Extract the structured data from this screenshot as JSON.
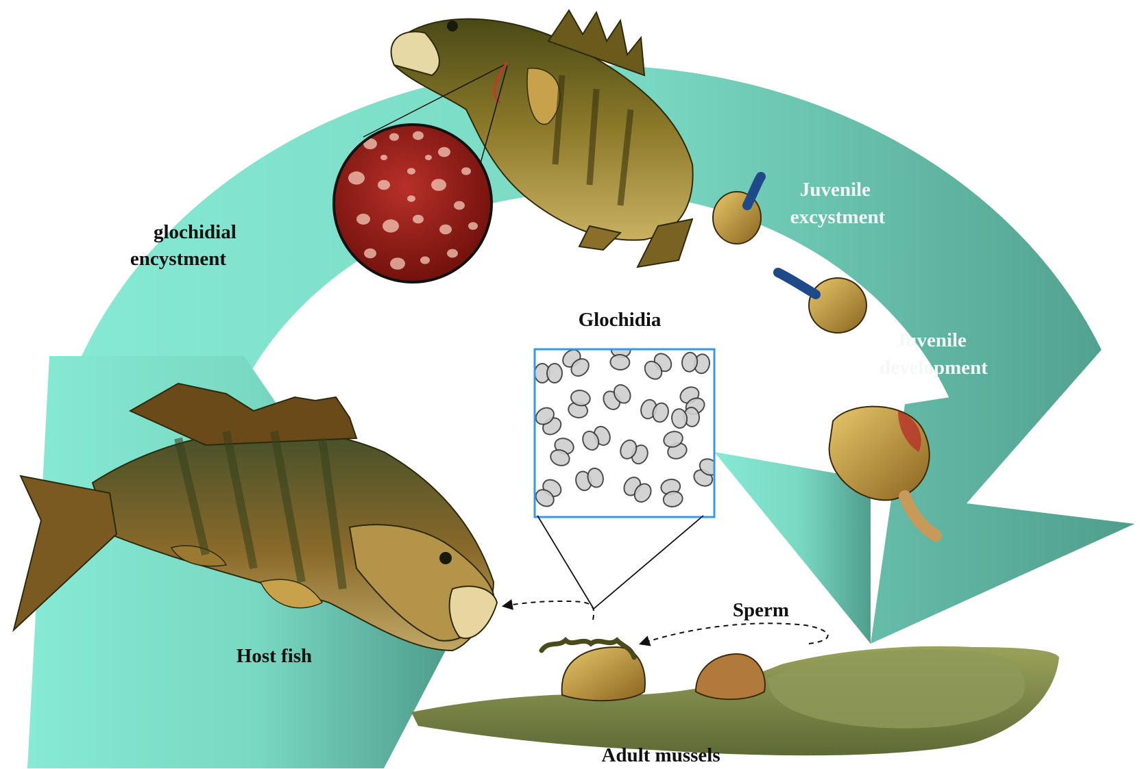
{
  "labels": {
    "glochidial_encystment": [
      "glochidial",
      "encystment"
    ],
    "juvenile_excystment": [
      "Juvenile",
      "excystment"
    ],
    "juvenile_development": [
      "Juvenile",
      "development"
    ],
    "glochidia": "Glochidia",
    "host_fish": "Host fish",
    "sperm": "Sperm",
    "adult_mussels": "Adult mussels"
  },
  "colors": {
    "arrow_light": "#86ead4",
    "arrow_dark": "#4f9e8c",
    "dark_label": "#111111",
    "light_label": "#f4f8f6",
    "glochidia_frame": "#3399ee",
    "cyst_dark": "#6e0f0a",
    "fish_olive": "#7a6a22",
    "fish_dark": "#3e3a12",
    "mussel_shell": "#b08a3a",
    "substrate": "#7c8a4a"
  },
  "icons": {
    "top_fish": "smallmouth-bass-icon",
    "bottom_fish": "smallmouth-bass-icon",
    "magnifier": "gill-cyst-magnified-icon",
    "juvenile_1": "juvenile-mussel-icon",
    "juvenile_2": "juvenile-mussel-icon",
    "juvenile_3": "juvenile-mussel-icon",
    "glochidia_panel": "glochidia-micrograph-icon",
    "mussel_bed": "adult-mussel-bed-icon"
  }
}
